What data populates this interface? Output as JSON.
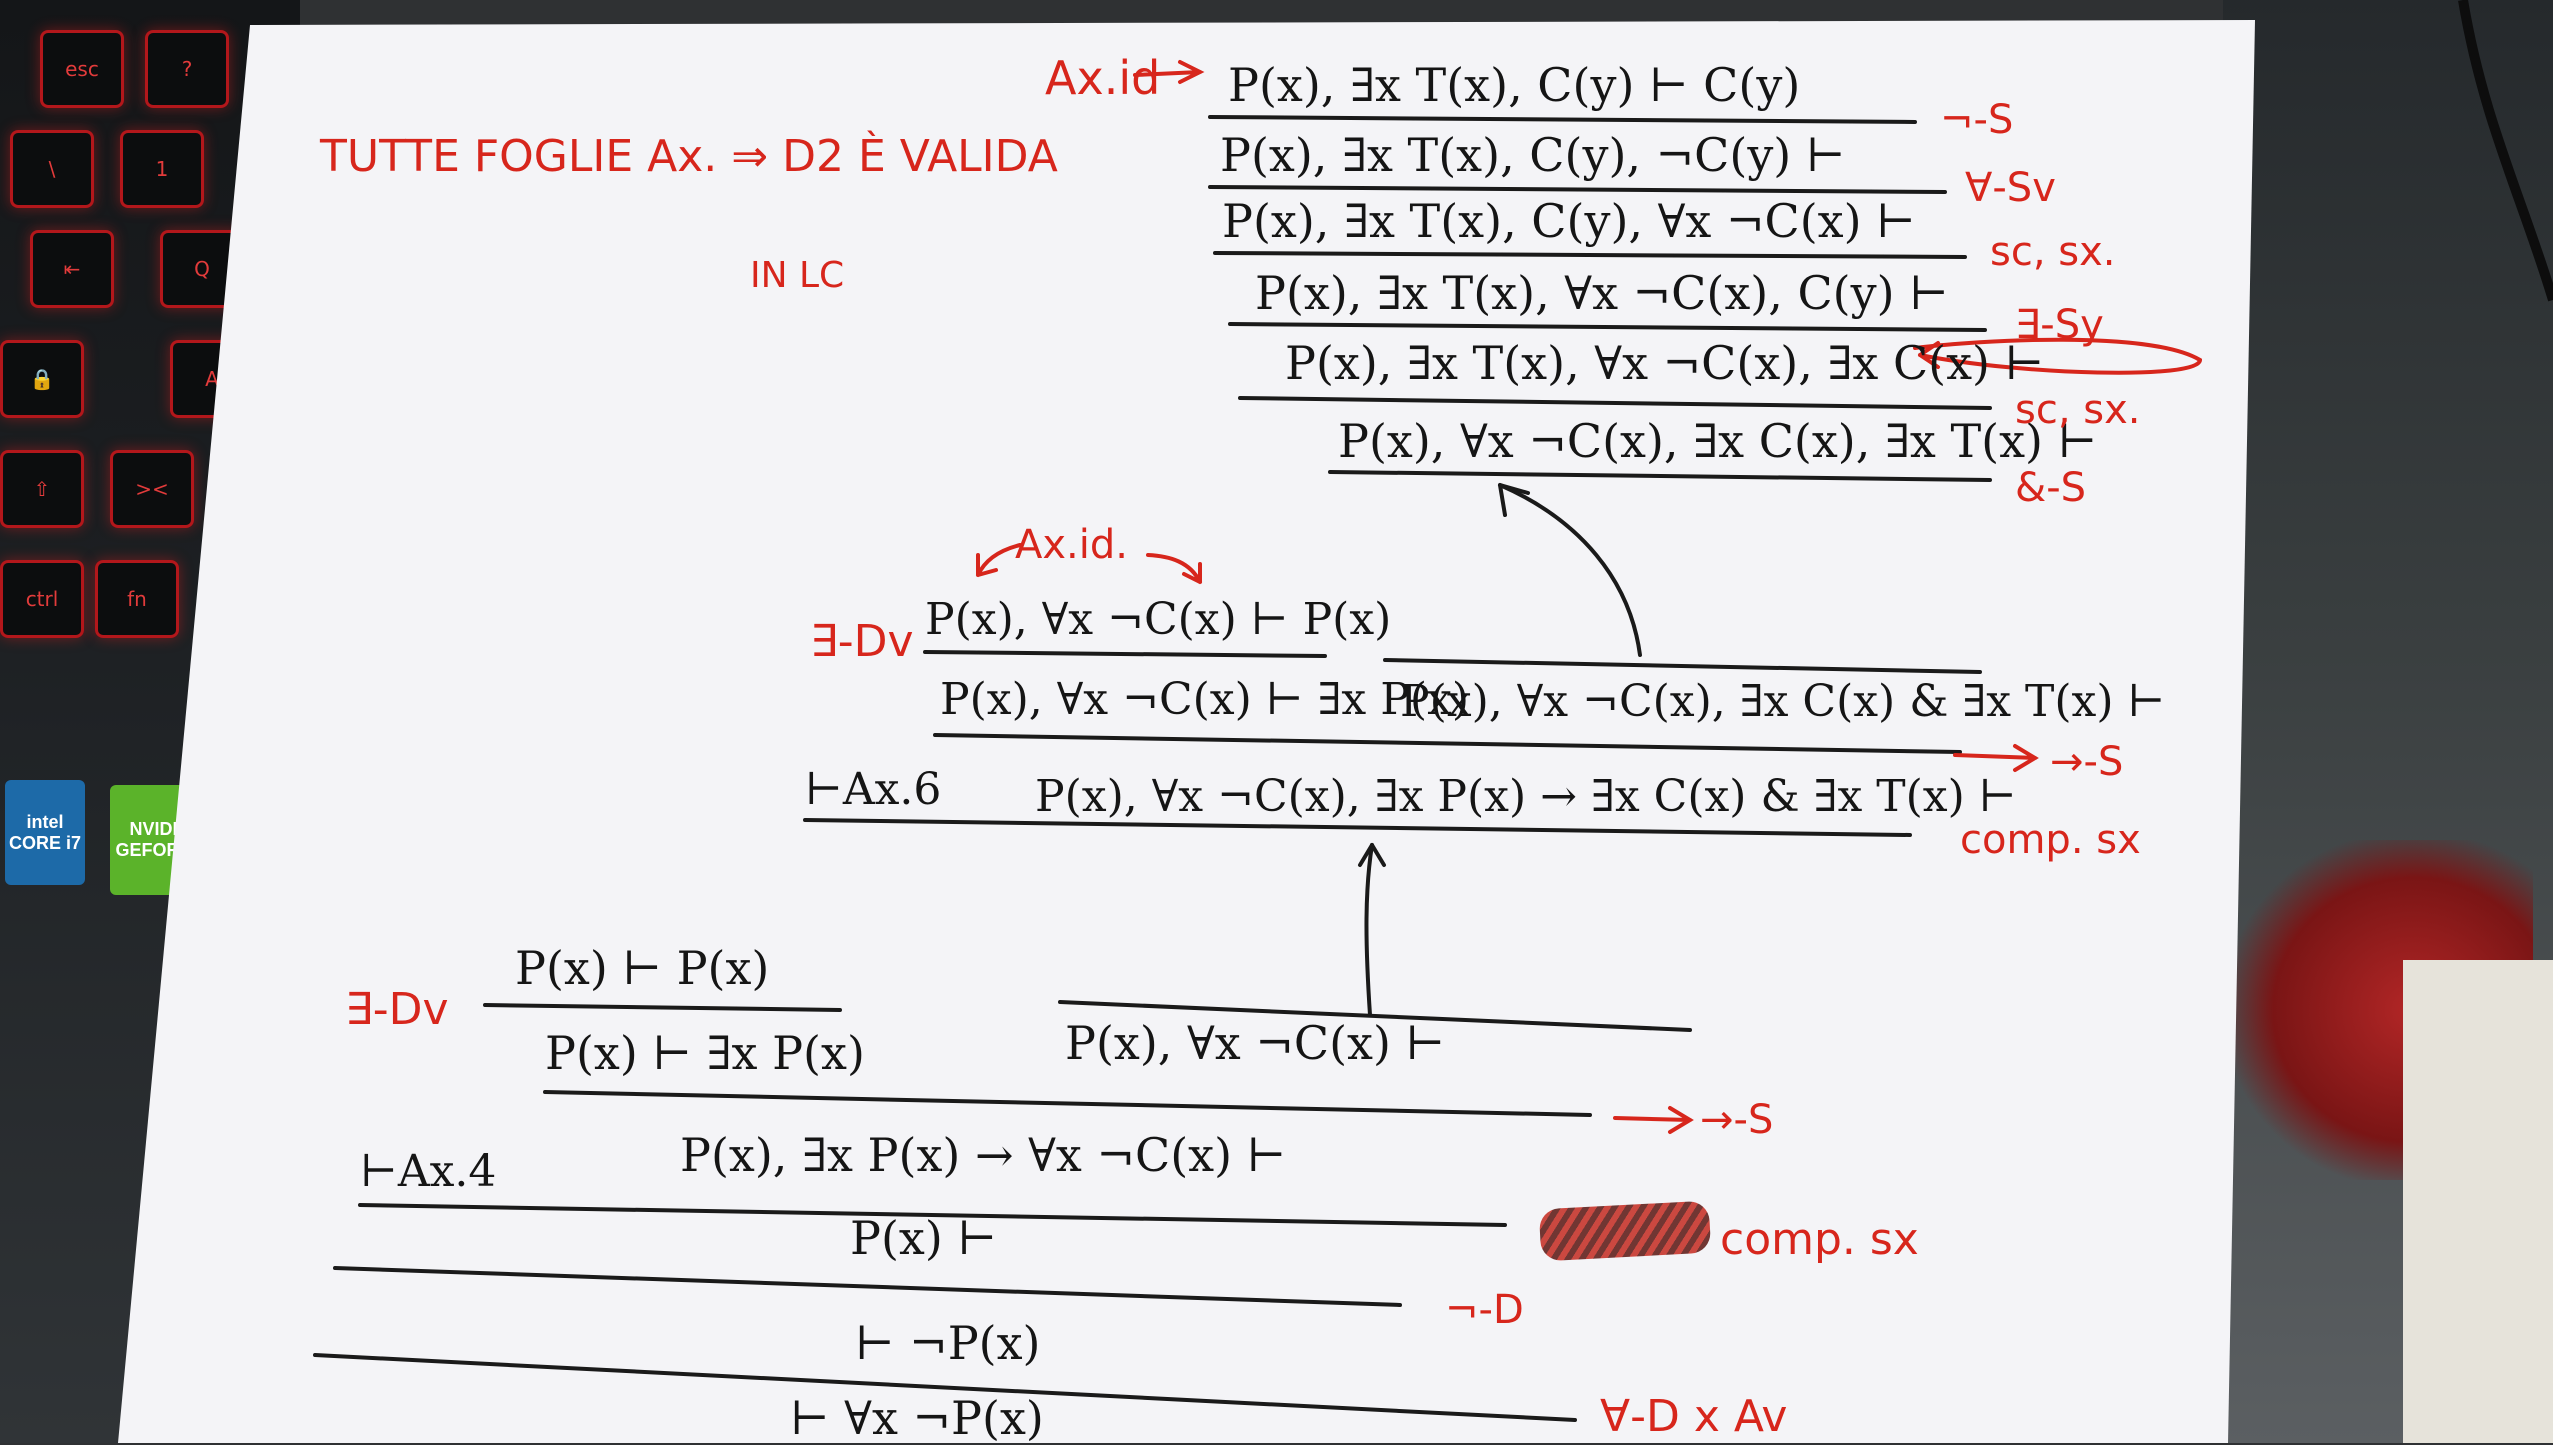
{
  "background": {
    "paper_color": "#f4f4f7",
    "ink_color": "#1a1a1a",
    "red_ink_color": "#d7261c",
    "laptop_keys": [
      "esc",
      "?",
      "\\",
      "1",
      "⇤",
      "Q",
      "🔒",
      "A",
      "⇧",
      "><",
      "ctrl",
      "fn"
    ],
    "stickers": {
      "intel": "intel\nCORE i7",
      "nvidia": "NVIDIA\nGEFORCE"
    }
  },
  "notes": {
    "conclusion_line1": "TUTTE FOGLIE Ax. ⇒ D2 È VALIDA",
    "conclusion_line2": "IN LC"
  },
  "top_proof": {
    "axid": "Ax.id",
    "lines": [
      "P(x), ∃x T(x), C(y) ⊢ C(y)",
      "P(x), ∃x T(x), C(y), ¬C(y) ⊢",
      "P(x), ∃x T(x), C(y), ∀x ¬C(x) ⊢",
      "P(x), ∃x T(x), ∀x ¬C(x), C(y) ⊢",
      "P(x), ∃x T(x), ∀x ¬C(x), ∃x C(x) ⊢",
      "P(x), ∀x ¬C(x), ∃x C(x), ∃x T(x) ⊢"
    ],
    "rules": [
      "¬-S",
      "∀-Sv",
      "sc, sx.",
      "∃-Sy",
      "sc, sx.",
      "&-S"
    ]
  },
  "middle_proof": {
    "axid": "Ax.id.",
    "rule_left": "∃-Dv",
    "left_top": "P(x), ∀x ¬C(x) ⊢ P(x)",
    "left_bottom": "P(x), ∀x ¬C(x) ⊢ ∃x P(x)",
    "right": "P(x), ∀x ¬C(x), ∃x C(x) & ∃x T(x) ⊢",
    "rule_arrow": "→-S",
    "ax_label": "⊢Ax.6",
    "conclusion": "P(x), ∀x ¬C(x), ∃x P(x) → ∃x C(x) & ∃x T(x) ⊢",
    "rule_comp": "comp. sx"
  },
  "bottom_proof": {
    "rule_left": "∃-Dv",
    "left_top": "P(x) ⊢ P(x)",
    "left_bottom": "P(x) ⊢ ∃x P(x)",
    "right": "P(x), ∀x ¬C(x) ⊢",
    "rule_arrow": "→-S",
    "ax_label": "⊢Ax.4",
    "implication": "P(x), ∃x P(x) → ∀x ¬C(x) ⊢",
    "rule_comp": "comp. sx",
    "px": "P(x) ⊢",
    "rule_neg": "¬-D",
    "neg_px": "⊢ ¬P(x)",
    "forall": "⊢ ∀x ¬P(x)",
    "rule_forall": "∀-D x Av"
  }
}
